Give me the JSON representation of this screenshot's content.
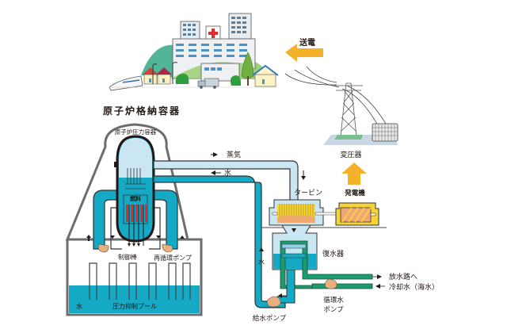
{
  "diagram": {
    "title": "原子炉格納容器",
    "labels": {
      "power_transmission": "送電",
      "transformer": "変圧器",
      "generator": "発電機",
      "turbine": "タービン",
      "steam": "蒸気",
      "water_return": "水",
      "reactor_pressure_vessel": "原子炉圧力容器",
      "fuel": "燃料",
      "control_rods": "制御棒",
      "recirculation_pump": "再循環ポンプ",
      "suppression_pool": "圧力抑制プール",
      "pool_water": "水",
      "condenser": "復水器",
      "feedwater_up": "水",
      "feedwater_pump": "給水ポンプ",
      "circulating_pump_line1": "循環水",
      "circulating_pump_line2": "ポンプ",
      "discharge": "放水路へ",
      "cooling_water": "冷却水（海水）"
    },
    "colors": {
      "steam": "#c9e6f2",
      "water": "#14a9c4",
      "pipe_outline": "#3d3d3d",
      "cooling_pipe": "#1f9a6e",
      "arrow_orange": "#f6b12a",
      "generator_yellow": "#f5d33a",
      "fuel_red": "#e8272f",
      "pump": "#e8b07a",
      "containment_gray": "#6d6d6d"
    }
  }
}
